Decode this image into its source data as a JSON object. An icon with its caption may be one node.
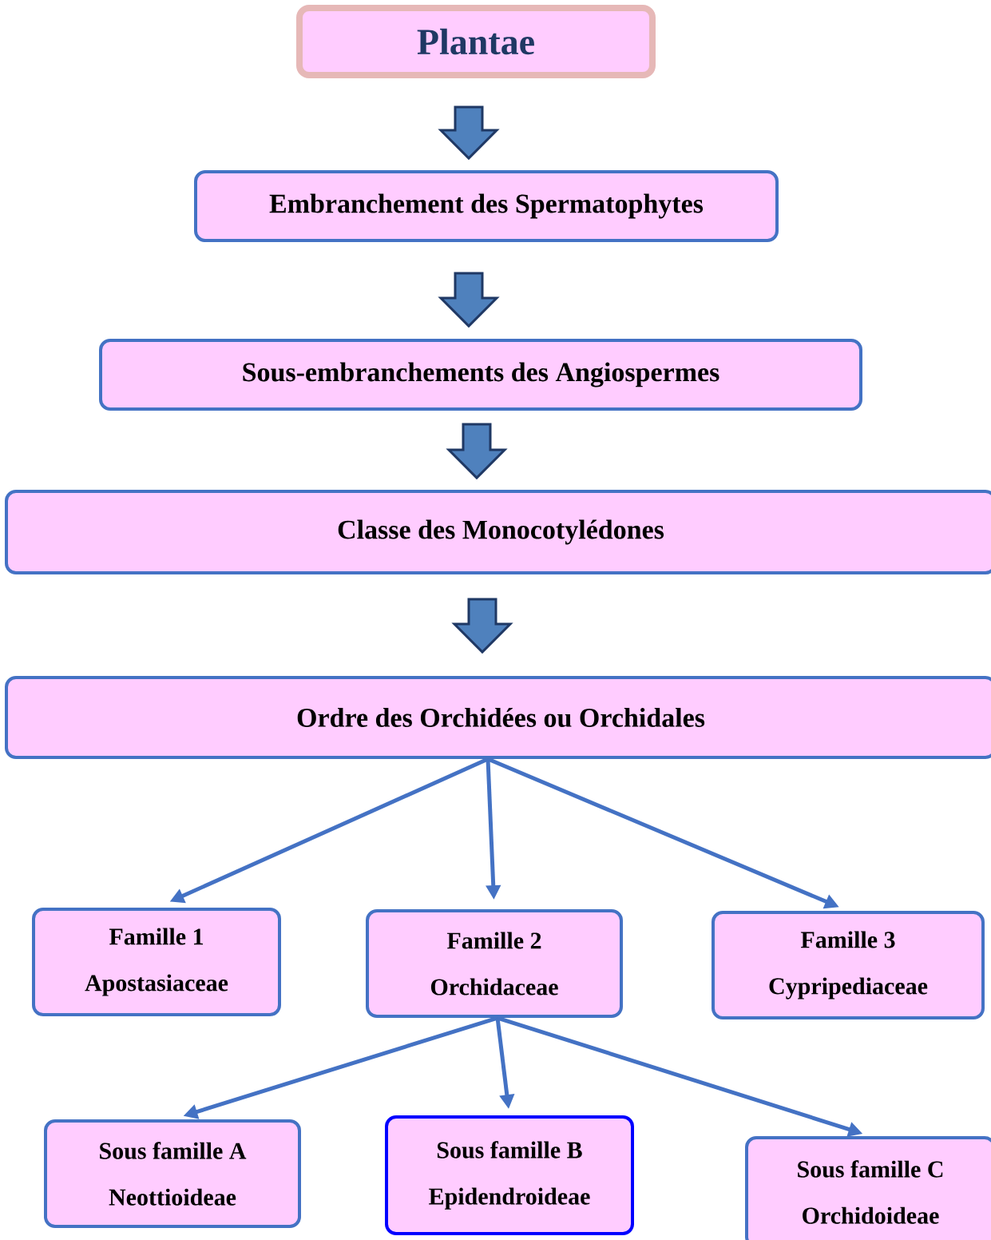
{
  "diagram": {
    "nodes": [
      {
        "text": [
          "Plantae"
        ]
      },
      {
        "text": [
          "Embranchement des Spermatophytes"
        ]
      },
      {
        "text": [
          "Sous-embranchements des Angiospermes"
        ]
      },
      {
        "text": [
          "Classe des Monocotylédones"
        ]
      },
      {
        "text": [
          "Ordre des Orchidées ou Orchidales"
        ]
      },
      {
        "text": [
          "Famille 1",
          "Apostasiaceae"
        ]
      },
      {
        "text": [
          "Famille 2",
          "Orchidaceae"
        ]
      },
      {
        "text": [
          "Famille 3",
          "Cypripediaceae"
        ]
      },
      {
        "text": [
          "Sous famille A",
          "Neottioideae"
        ]
      },
      {
        "text": [
          "Sous famille B",
          "Epidendroideae"
        ]
      },
      {
        "text": [
          "Sous famille C",
          "Orchidoideae"
        ]
      }
    ],
    "edges": [
      {
        "from": 0,
        "to": 1,
        "arrow": "to",
        "style": "thick"
      },
      {
        "from": 1,
        "to": 2,
        "arrow": "to",
        "style": "thick"
      },
      {
        "from": 2,
        "to": 3,
        "arrow": "to",
        "style": "thick"
      },
      {
        "from": 3,
        "to": 4,
        "arrow": "to",
        "style": "thick"
      },
      {
        "from": 4,
        "to": 5,
        "arrow": "to"
      },
      {
        "from": 4,
        "to": 6,
        "arrow": "to"
      },
      {
        "from": 4,
        "to": 7,
        "arrow": "to"
      },
      {
        "from": 6,
        "to": 8,
        "arrow": "to"
      },
      {
        "from": 6,
        "to": 9,
        "arrow": "to"
      },
      {
        "from": 6,
        "to": 10,
        "arrow": "to"
      }
    ]
  }
}
